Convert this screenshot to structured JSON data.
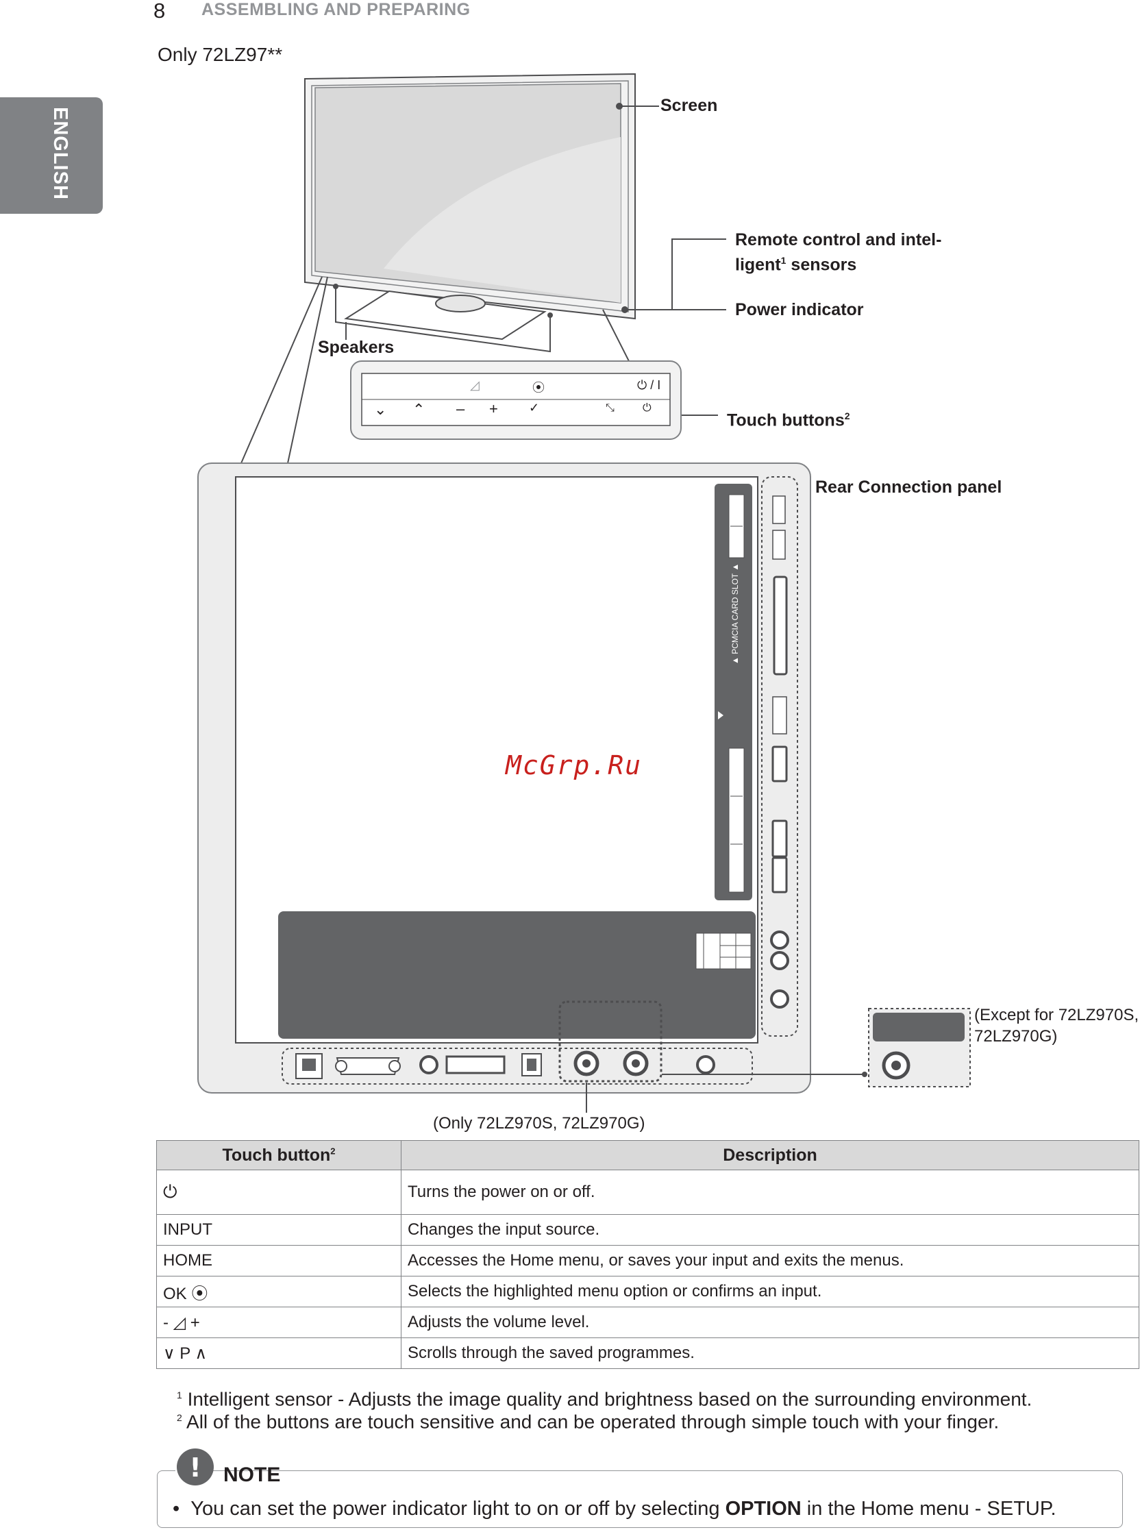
{
  "header": {
    "page_number": "8",
    "section": "ASSEMBLING AND PREPARING",
    "language_tab": "ENGLISH"
  },
  "model_title": "Only 72LZ97**",
  "callouts": {
    "screen": "Screen",
    "remote_sensor_line1": "Remote control and intel-",
    "remote_sensor_line2_a": "ligent",
    "remote_sensor_line2_sup": "1",
    "remote_sensor_line2_b": " sensors",
    "power_indicator": "Power indicator",
    "speakers": "Speakers",
    "touch_buttons": "Touch buttons",
    "touch_buttons_sup": "2",
    "rear_panel": "Rear Connection panel"
  },
  "button_strip_top": {
    "vol_icon": "◿",
    "ok_icon": "⦿",
    "power_icon": "⏻ / I"
  },
  "button_strip_bottom": {
    "down": "⌄",
    "up": "⌃",
    "minus": "–",
    "plus": "+",
    "check": "✓",
    "input": "⤡",
    "power": "⏻"
  },
  "panel": {
    "pcmcia_label": "▲ PCMCIA CARD SLOT ▲"
  },
  "model_notes": {
    "except_line1": "(Except for 72LZ970S,",
    "except_line2": "72LZ970G)",
    "only": "(Only 72LZ970S, 72LZ970G)"
  },
  "watermark": "McGrp.Ru",
  "table": {
    "header_col1": "Touch button",
    "header_sup": "2",
    "header_col2": "Description",
    "rows": [
      {
        "button": "⏻",
        "description": "Turns the power on or off."
      },
      {
        "button": "INPUT",
        "description": "Changes the input source."
      },
      {
        "button": "HOME",
        "description": "Accesses the Home menu, or saves your input and exits the menus."
      },
      {
        "button": "OK ⦿",
        "description": "Selects the highlighted menu option or confirms an input."
      },
      {
        "button": "- ◿ +",
        "description": "Adjusts the volume level."
      },
      {
        "button": "∨ P ∧",
        "description": "Scrolls through the saved programmes."
      }
    ]
  },
  "footnotes": {
    "sup1": "1",
    "note1": "Intelligent sensor - Adjusts the image quality and brightness based on the surrounding environment.",
    "sup2": "2",
    "note2": "All of the buttons are touch sensitive and can be operated through simple touch with your finger."
  },
  "note": {
    "title": "NOTE",
    "icon": "!",
    "bullet": "•",
    "text_before": "You can set the power indicator light to on or off by selecting ",
    "text_bold": "OPTION",
    "text_after": " in the Home menu - SETUP."
  }
}
